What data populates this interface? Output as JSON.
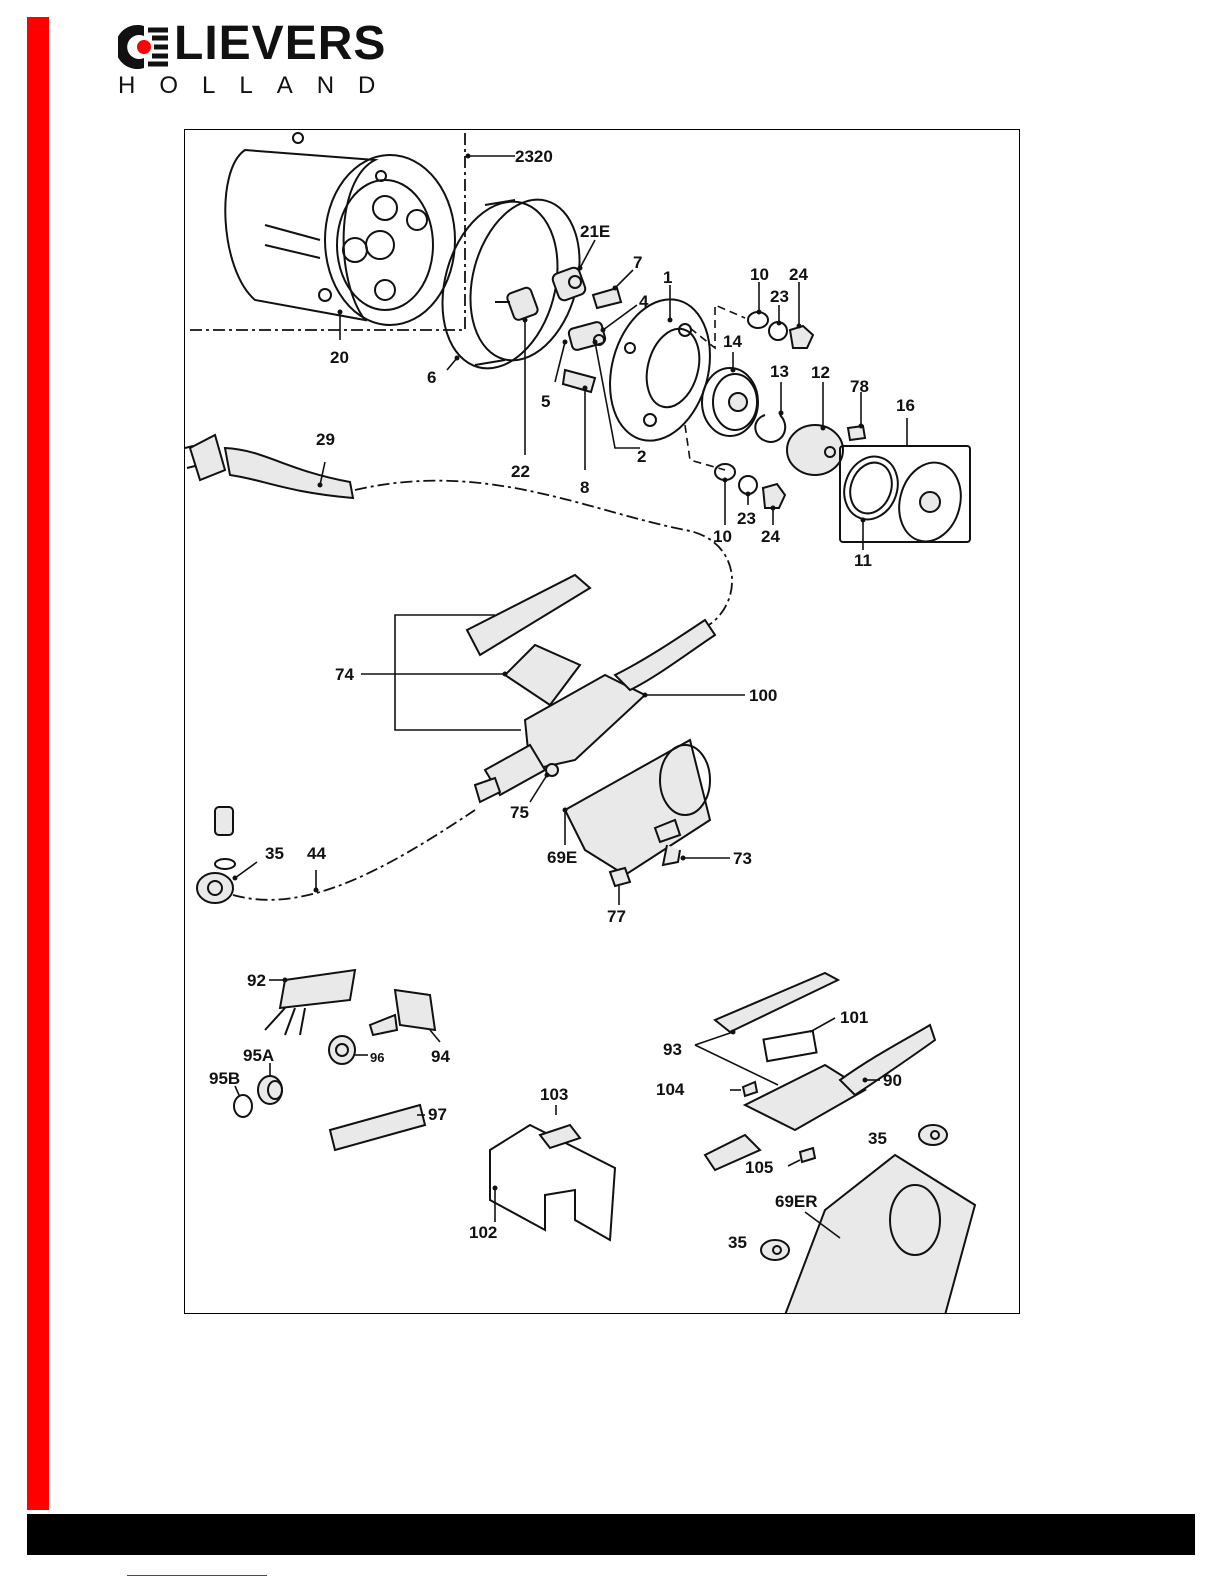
{
  "brand": {
    "name": "LIEVERS",
    "subtitle": "HOLLAND",
    "icon": "lievers-logo-icon",
    "accent_color": "#ff0000",
    "bar_color": "#000000"
  },
  "diagram": {
    "part_labels": [
      "2320",
      "21E",
      "7",
      "1",
      "10",
      "24",
      "23",
      "4",
      "14",
      "13",
      "12",
      "78",
      "16",
      "20",
      "6",
      "5",
      "22",
      "8",
      "2",
      "29",
      "10",
      "23",
      "24",
      "11",
      "74",
      "100",
      "75",
      "69E",
      "73",
      "35",
      "44",
      "77",
      "92",
      "94",
      "96",
      "95A",
      "95B",
      "97",
      "101",
      "93",
      "90",
      "104",
      "103",
      "35",
      "105",
      "69ER",
      "35",
      "102"
    ]
  }
}
